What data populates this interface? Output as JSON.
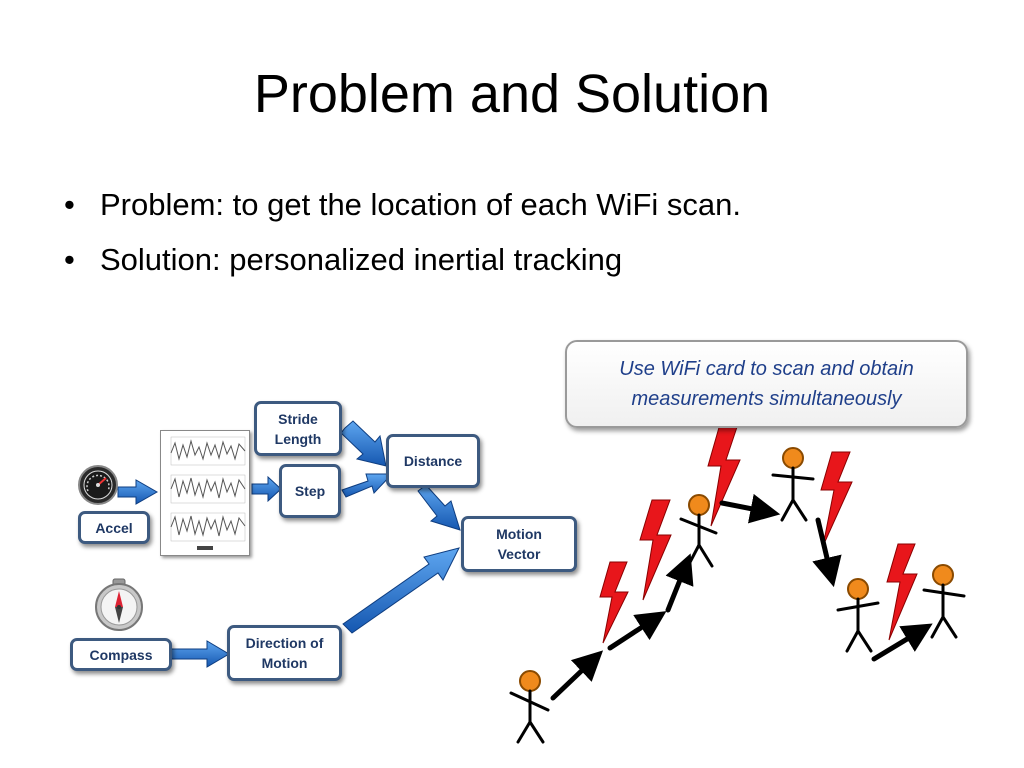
{
  "slide": {
    "title": "Problem and Solution",
    "bullets": [
      {
        "marker": "•",
        "text": "Problem: to get the location of each WiFi scan."
      },
      {
        "marker": "•",
        "text": "Solution: personalized inertial tracking"
      }
    ]
  },
  "diagram": {
    "boxes": {
      "stride_length": "Stride\nLength",
      "distance": "Distance",
      "step": "Step",
      "motion_vector": "Motion\nVector",
      "accel": "Accel",
      "compass": "Compass",
      "direction_of_motion": "Direction of\nMotion"
    },
    "callout": "Use WiFi card to scan and obtain measurements simultaneously",
    "colors": {
      "box_border": "#3d5a80",
      "box_text": "#1f3864",
      "arrow_blue": "#1f6fd0",
      "lightning_red": "#e8161b",
      "person_head": "#f08a1c",
      "callout_text": "#1f3f8a"
    },
    "icons": [
      "speedometer-icon",
      "compass-icon",
      "signal-chart-icon",
      "lightning-icon",
      "stick-figure-icon"
    ]
  }
}
